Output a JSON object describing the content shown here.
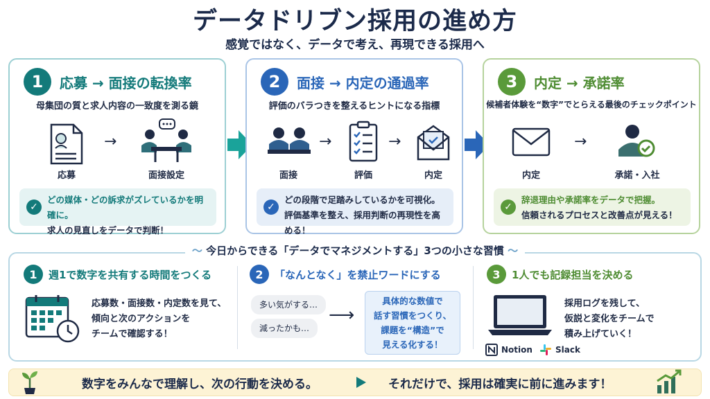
{
  "title": "データドリブン採用の進め方",
  "subtitle": "感覚ではなく、データで考え、再現できる採用へ",
  "colors": {
    "teal": "#137a7a",
    "blue": "#2a66b8",
    "green": "#5a9a3a",
    "navy": "#1b2a4a"
  },
  "steps": [
    {
      "num": "1",
      "title": "応募 → 面接の転換率",
      "desc": "母集団の質と求人内容の一致度を測る鏡",
      "icons": [
        {
          "name": "resume-icon",
          "label": "応募"
        },
        {
          "name": "interview-meeting-icon",
          "label": "面接設定"
        }
      ],
      "note_highlight": "どの媒体・どの訴求がズレているかを明確に。",
      "note_rest": "求人の見直しをデータで判断！"
    },
    {
      "num": "2",
      "title": "面接 → 内定の通過率",
      "desc": "評価のバラつきを整えるヒントになる指標",
      "icons": [
        {
          "name": "interviewers-icon",
          "label": "面接"
        },
        {
          "name": "checklist-icon",
          "label": "評価"
        },
        {
          "name": "offer-letter-icon",
          "label": "内定"
        }
      ],
      "note_highlight": "どの段階で足踏みしているかを可視化。",
      "note_rest": "評価基準を整え、採用判断の再現性を高める！"
    },
    {
      "num": "3",
      "title": "内定 → 承諾率",
      "desc": "候補者体験を“数字”でとらえる最後のチェックポイント",
      "icons": [
        {
          "name": "envelope-icon",
          "label": "内定"
        },
        {
          "name": "accepted-person-icon",
          "label": "承諾・入社"
        }
      ],
      "note_highlight": "辞退理由や承諾率をデータで把握。",
      "note_rest": "信頼されるプロセスと改善点が見える！"
    }
  ],
  "habits": {
    "heading": "今日からできる「データでマネジメントする」3つの小さな習慣",
    "items": [
      {
        "num": "1",
        "title": "週1で数字を共有する時間をつくる",
        "lines": [
          "応募数・面接数・内定数を見て、",
          "傾向と次のアクションを",
          "チームで確認する！"
        ]
      },
      {
        "num": "2",
        "title": "「なんとなく」を禁止ワードにする",
        "bubbles": [
          "多い気がする…",
          "減ったかも…"
        ],
        "box_lines": [
          "具体的な数値で",
          "話す習慣をつくり、",
          "課題を“構造”で",
          "見える化する！"
        ]
      },
      {
        "num": "3",
        "title": "1人でも記録担当を決める",
        "lines": [
          "採用ログを残して、",
          "仮説と変化をチームで",
          "積み上げていく！"
        ],
        "brands": [
          "Notion",
          "Slack"
        ]
      }
    ]
  },
  "footer": {
    "left": "数字をみんなで理解し、次の行動を決める。",
    "right": "それだけで、採用は確実に前に進みます！"
  }
}
